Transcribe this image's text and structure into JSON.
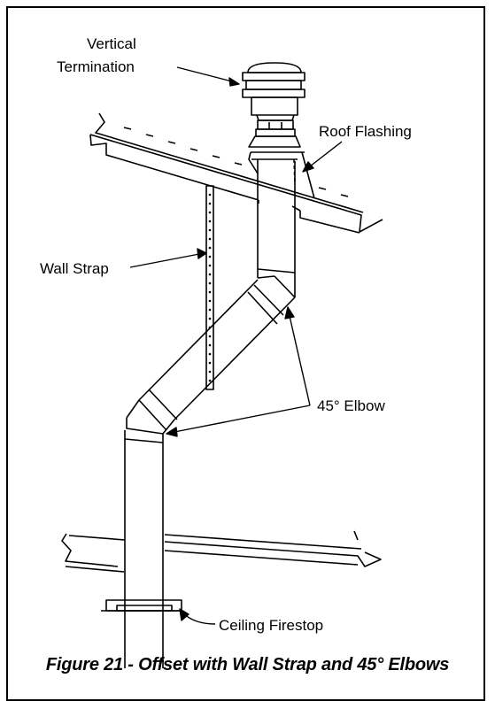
{
  "labels": {
    "vertical_termination_line1": "Vertical",
    "vertical_termination_line2": "Termination",
    "roof_flashing": "Roof Flashing",
    "wall_strap": "Wall Strap",
    "elbow": "45° Elbow",
    "ceiling_firestop": "Ceiling Firestop"
  },
  "caption": "Figure 21 - Offset with Wall Strap and 45° Elbows"
}
